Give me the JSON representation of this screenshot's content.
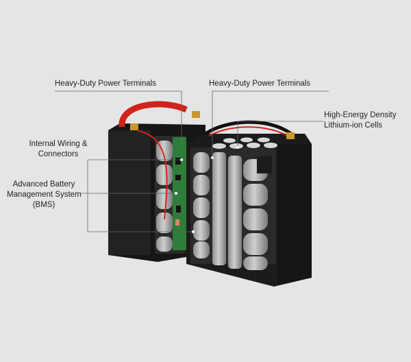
{
  "labels": {
    "terminals_left": "Heavy-Duty Power Terminals",
    "terminals_right": "Heavy-Duty Power Terminals",
    "cells_line1": "High-Energy Density",
    "cells_line2": "Lithium-ion Cells",
    "wiring_line1": "Internal Wiring &",
    "wiring_line2": "Connectors",
    "bms_line1": "Advanced Battery",
    "bms_line2": "Management System",
    "bms_line3": "(BMS)"
  },
  "colors": {
    "background": "#e4e5e6",
    "casing": "#1b1b1b",
    "cell": "#b8b8b8",
    "wire": "#d0231c",
    "pcb": "#2d7a3a",
    "terminal": "#c9962f"
  }
}
